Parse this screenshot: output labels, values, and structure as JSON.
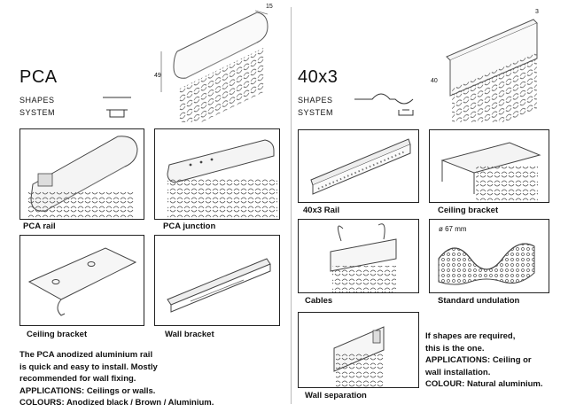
{
  "left": {
    "title": "PCA",
    "shapes_label": "SHAPES",
    "system_label": "SYSTEM",
    "dim_height": "49",
    "dim_width": "15",
    "captions": {
      "pca_rail": "PCA rail",
      "pca_junction": "PCA junction",
      "ceiling_bracket": "Ceiling bracket",
      "wall_bracket": "Wall bracket"
    },
    "description": [
      "The PCA anodized aluminium rail",
      "is quick and easy to install. Mostly",
      "recommended for wall fixing.",
      "APPLICATIONS: Ceilings or walls.",
      "COLOURS: Anodized black / Brown / Aluminium."
    ]
  },
  "right": {
    "title": "40x3",
    "shapes_label": "SHAPES",
    "system_label": "SYSTEM",
    "dim_height": "40",
    "dim_width": "3",
    "captions": {
      "rail": "40x3 Rail",
      "ceiling_bracket": "Ceiling bracket",
      "cables": "Cables",
      "standard_undulation": "Standard undulation",
      "wall_separation": "Wall separation"
    },
    "undulation_note": "ø 67 mm",
    "description": [
      "If shapes are required,",
      "this is the one.",
      "APPLICATIONS: Ceiling or",
      "wall installation.",
      "COLOUR: Natural aluminium."
    ]
  }
}
